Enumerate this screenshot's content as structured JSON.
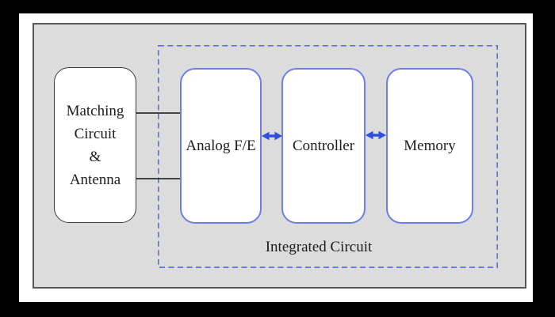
{
  "diagram": {
    "matching_box": {
      "lines": [
        "Matching",
        "Circuit",
        "&",
        "Antenna"
      ]
    },
    "ic_boxes": [
      {
        "id": "analog-fe",
        "label": "Analog F/E"
      },
      {
        "id": "controller",
        "label": "Controller"
      },
      {
        "id": "memory",
        "label": "Memory"
      }
    ],
    "integrated_circuit_label": "Integrated Circuit",
    "colors": {
      "frame": "#000000",
      "mat": "#ffffff",
      "panel_fill": "#dcdcdc",
      "panel_border": "#57575a",
      "matching_border": "#3c3c3e",
      "blue_box_border": "#6c7ee9",
      "dashed_boundary_blue": "#5b6fe0",
      "arrow_blue": "#2f4de0",
      "connector_line": "#2e2e30",
      "text": "#1d1d1f"
    }
  }
}
